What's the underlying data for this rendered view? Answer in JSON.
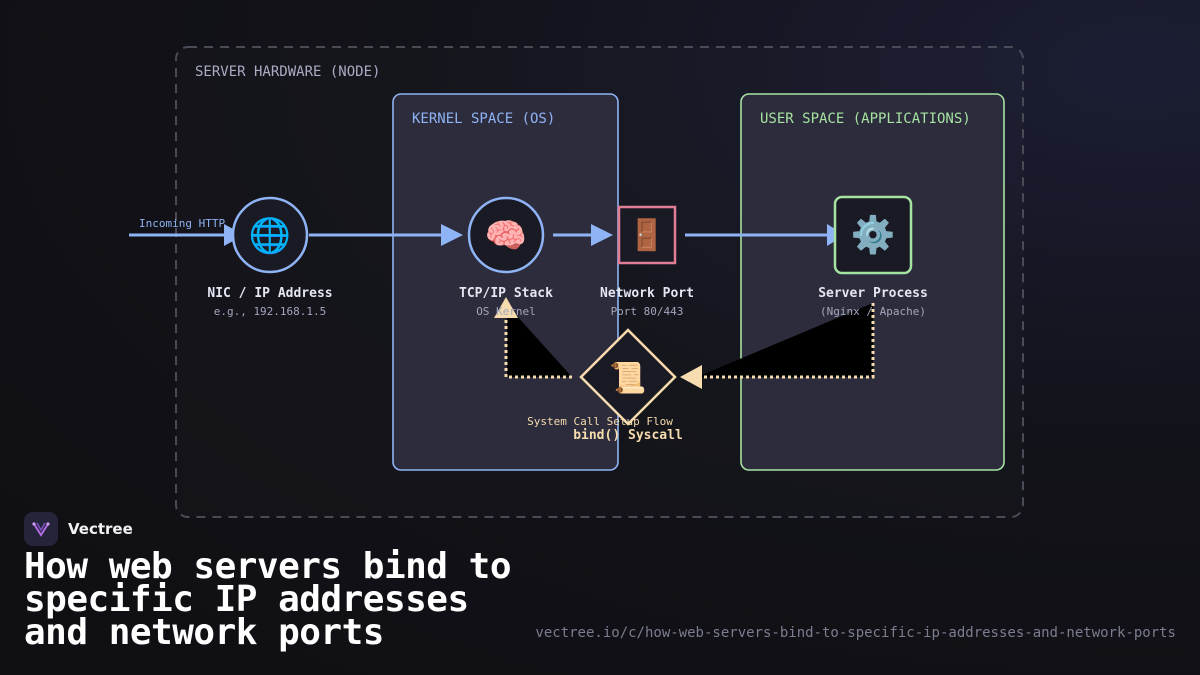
{
  "diagram": {
    "hardware_title": "SERVER HARDWARE (NODE)",
    "kernel_title": "KERNEL SPACE (OS)",
    "user_title": "USER SPACE (APPLICATIONS)",
    "incoming_label": "Incoming HTTP",
    "nodes": {
      "nic": {
        "icon": "🌐",
        "icon_name": "globe-icon",
        "name": "NIC / IP Address",
        "sub": "e.g., 192.168.1.5"
      },
      "tcp": {
        "icon": "🧠",
        "icon_name": "brain-icon",
        "name": "TCP/IP Stack",
        "sub": "OS Kernel"
      },
      "port": {
        "icon": "🚪",
        "icon_name": "door-icon",
        "name": "Network Port",
        "sub": "Port 80/443"
      },
      "server": {
        "icon": "⚙️",
        "icon_name": "gear-icon",
        "name": "Server Process",
        "sub": "(Nginx / Apache)"
      },
      "bind": {
        "icon": "📜",
        "icon_name": "scroll-icon",
        "name": "bind() Syscall",
        "sub": "System Call Setup Flow"
      }
    },
    "colors": {
      "flow": "#8fb4f5",
      "kernel_border": "#8fb4f5",
      "user_border": "#a6e3a1",
      "port_border": "#e27d96",
      "syscall": "#f6dcae",
      "hardware_border": "#4a4b57"
    }
  },
  "brand": {
    "name": "Vectree"
  },
  "headline": "How web servers bind to specific IP addresses and network ports",
  "url": "vectree.io/c/how-web-servers-bind-to-specific-ip-addresses-and-network-ports"
}
